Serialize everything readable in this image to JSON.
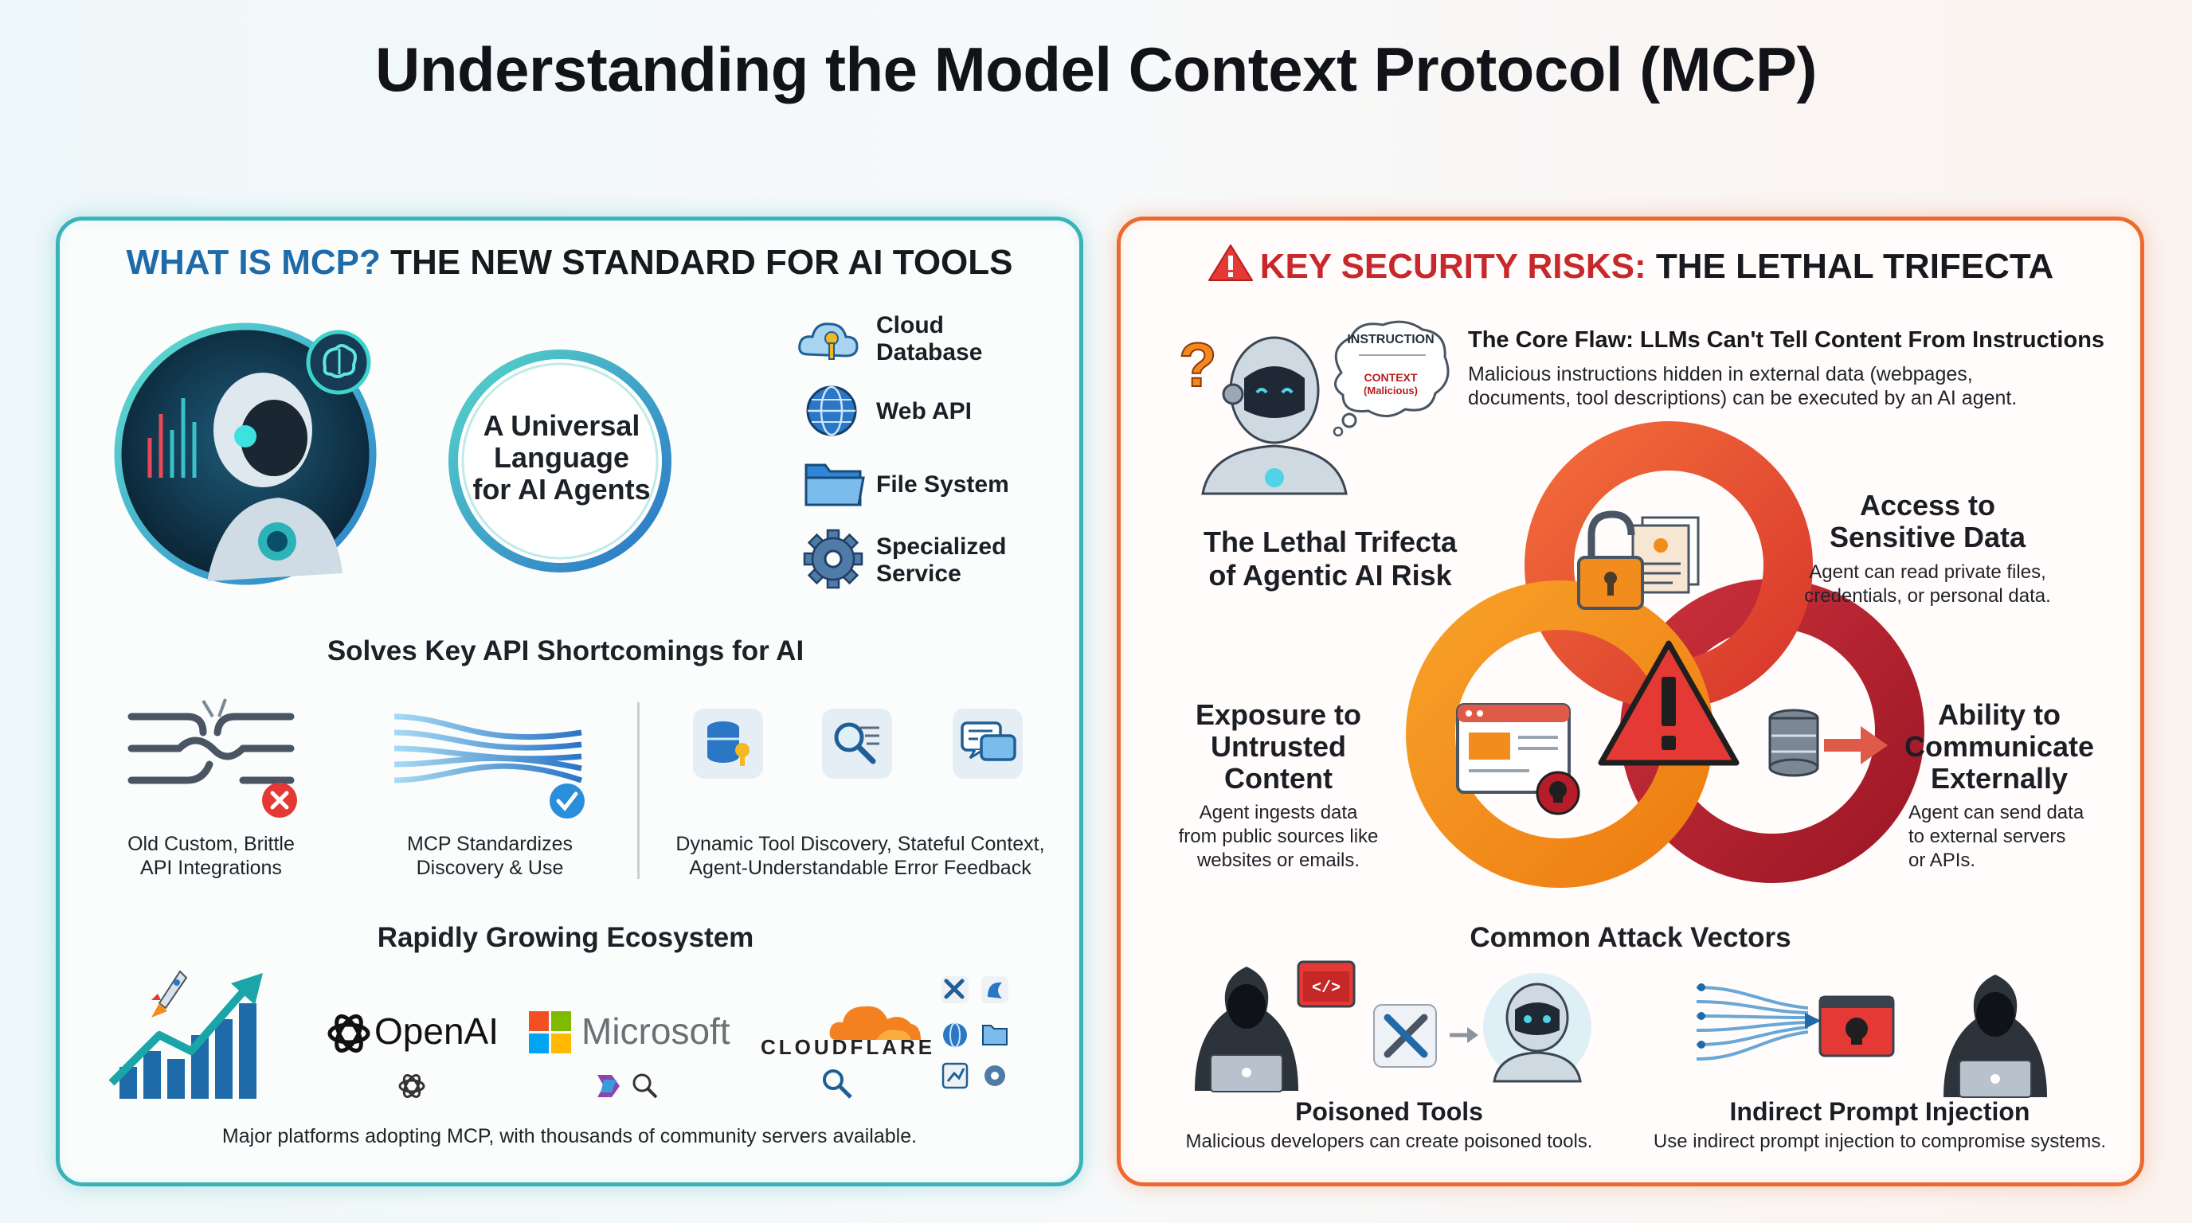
{
  "title": "Understanding the Model Context Protocol (MCP)",
  "left_panel": {
    "heading_accent": "WHAT IS MCP?",
    "heading_rest": "THE NEW STANDARD FOR AI TOOLS",
    "hub_text": [
      "A Universal",
      "Language",
      "for AI Agents"
    ],
    "services": [
      {
        "label": [
          "Cloud",
          "Database"
        ],
        "icon": "cloud-database-icon"
      },
      {
        "label": [
          "Web API"
        ],
        "icon": "globe-icon"
      },
      {
        "label": [
          "File System"
        ],
        "icon": "folder-icon"
      },
      {
        "label": [
          "Specialized",
          "Service"
        ],
        "icon": "gear-icon"
      }
    ],
    "shortcomings_heading": "Solves Key API Shortcomings for AI",
    "shortcomings": [
      {
        "caption": [
          "Old Custom, Brittle",
          "API Integrations"
        ]
      },
      {
        "caption": [
          "MCP Standardizes",
          "Discovery & Use"
        ]
      },
      {
        "caption": [
          "Dynamic Tool Discovery, Stateful Context,",
          "Agent-Understandable Error Feedback"
        ]
      }
    ],
    "ecosystem_heading": "Rapidly Growing Ecosystem",
    "logos": {
      "openai": "OpenAI",
      "microsoft": "Microsoft",
      "cloudflare": "CLOUDFLARE"
    },
    "ecosystem_caption": "Major platforms adopting MCP, with thousands of community servers available."
  },
  "right_panel": {
    "heading_accent": "KEY SECURITY RISKS:",
    "heading_rest": "THE LETHAL TRIFECTA",
    "bubble_top": "INSTRUCTION",
    "bubble_mid": "CONTEXT",
    "bubble_bottom": "(Malicious)",
    "core_flaw_title": "The Core Flaw: LLMs Can't Tell Content From Instructions",
    "core_flaw_text": [
      "Malicious instructions hidden in external data (webpages,",
      "documents, tool descriptions) can be executed by an AI agent."
    ],
    "trifecta_label": [
      "The Lethal Trifecta",
      "of Agentic AI Risk"
    ],
    "access": {
      "title": [
        "Access to",
        "Sensitive Data"
      ],
      "text": [
        "Agent can read private files,",
        "credentials, or personal data."
      ]
    },
    "exposure": {
      "title": [
        "Exposure to",
        "Untrusted",
        "Content"
      ],
      "text": [
        "Agent ingests data",
        "from public sources like",
        "websites or emails."
      ]
    },
    "communicate": {
      "title": [
        "Ability to",
        "Communicate",
        "Externally"
      ],
      "text": [
        "Agent can send data",
        "to external servers",
        "or APIs."
      ]
    },
    "attack_heading": "Common Attack Vectors",
    "attacks": [
      {
        "title": "Poisoned Tools",
        "text": "Malicious developers can create poisoned tools."
      },
      {
        "title": "Indirect Prompt Injection",
        "text": "Use indirect prompt injection to compromise systems."
      }
    ]
  },
  "colors": {
    "teal": "#3ab3b8",
    "blue": "#1f6aa8",
    "orange": "#ec6a2d",
    "red": "#c42b2b",
    "amber": "#f28c1c",
    "dark_red": "#b71c2a"
  }
}
